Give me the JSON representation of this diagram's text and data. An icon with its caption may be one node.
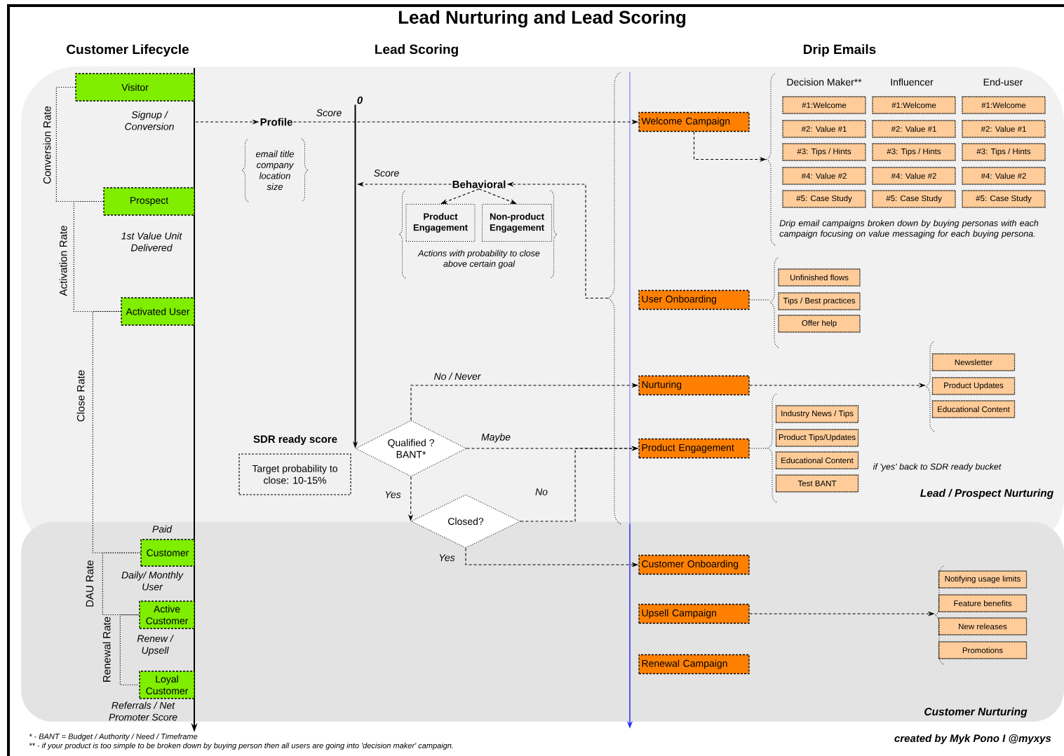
{
  "diagram": {
    "title": "Lead Nurturing and Lead Scoring",
    "nodes": [
      {
        "text": [
          "Visitor"
        ]
      },
      {
        "text": [
          "Prospect"
        ]
      },
      {
        "text": [
          "Activated User"
        ]
      },
      {
        "text": [
          "Customer"
        ],
        "beside": [
          "Paid"
        ]
      },
      {
        "text": [
          "Active Customer"
        ]
      },
      {
        "text": [
          "Loyal Customer"
        ]
      },
      {
        "text": [
          "Profile"
        ],
        "beside": [
          "email title company location size"
        ]
      },
      {
        "text": [
          "0"
        ]
      },
      {
        "text": [
          "Behavioral"
        ]
      },
      {
        "text": [
          "Product Engagement"
        ]
      },
      {
        "text": [
          "Non-product Engagement"
        ]
      },
      {
        "text": [
          "SDR ready score",
          "Target probability to close: 10-15%"
        ]
      },
      {
        "text": [
          "Qualified ? BANT*"
        ]
      },
      {
        "text": [
          "Closed?"
        ]
      },
      {
        "text": [
          "Welcome Campaign"
        ]
      },
      {
        "text": [
          "User Onboarding"
        ]
      },
      {
        "text": [
          "Nurturing"
        ]
      },
      {
        "text": [
          "Product Engagement"
        ]
      },
      {
        "text": [
          "Customer Onboarding"
        ]
      },
      {
        "text": [
          "Upsell Campaign"
        ]
      },
      {
        "text": [
          "Renewal Campaign"
        ]
      },
      {
        "text": [
          "#1:Welcome"
        ]
      },
      {
        "text": [
          "#1:Welcome"
        ]
      },
      {
        "text": [
          "#1:Welcome"
        ]
      },
      {
        "text": [
          "#2: Value #1"
        ]
      },
      {
        "text": [
          "#2: Value #1"
        ]
      },
      {
        "text": [
          "#2: Value #1"
        ]
      },
      {
        "text": [
          "#3: Tips / Hints"
        ]
      },
      {
        "text": [
          "#3: Tips / Hints"
        ]
      },
      {
        "text": [
          "#3: Tips / Hints"
        ]
      },
      {
        "text": [
          "#4: Value #2"
        ]
      },
      {
        "text": [
          "#4: Value #2"
        ]
      },
      {
        "text": [
          "#4: Value #2"
        ]
      },
      {
        "text": [
          "#5: Case Study"
        ]
      },
      {
        "text": [
          "#5: Case Study"
        ]
      },
      {
        "text": [
          "#5: Case Study"
        ]
      },
      {
        "text": [
          "Unfinished flows"
        ]
      },
      {
        "text": [
          "Tips / Best practices"
        ]
      },
      {
        "text": [
          "Offer help"
        ]
      },
      {
        "text": [
          "Newsletter"
        ]
      },
      {
        "text": [
          "Product Updates"
        ]
      },
      {
        "text": [
          "Educational Content"
        ]
      },
      {
        "text": [
          "Industry News / Tips"
        ]
      },
      {
        "text": [
          "Product Tips/Updates"
        ]
      },
      {
        "text": [
          "Educational Content"
        ]
      },
      {
        "text": [
          "Test BANT"
        ]
      },
      {
        "text": [
          "Notifying usage limits"
        ]
      },
      {
        "text": [
          "Feature benefits"
        ]
      },
      {
        "text": [
          "New releases"
        ]
      },
      {
        "text": [
          "Promotions"
        ]
      },
      {
        "text": [],
        "shape": "brace"
      },
      {
        "text": [],
        "shape": "brace"
      },
      {
        "text": [],
        "shape": "brace"
      },
      {
        "text": [],
        "shape": "brace"
      },
      {
        "text": [],
        "shape": "brace"
      },
      {
        "text": [],
        "shape": "brace"
      }
    ],
    "edges": [
      {
        "from": 0,
        "to": 1,
        "arrow": "none",
        "label": "Conversion Rate",
        "style": "dashed"
      },
      {
        "from": 1,
        "to": 2,
        "arrow": "none",
        "label": "Activation Rate",
        "style": "dashed"
      },
      {
        "from": 2,
        "to": 3,
        "arrow": "none",
        "label": "Close Rate",
        "style": "dashed"
      },
      {
        "from": 3,
        "to": 4,
        "arrow": "none",
        "label": "DAU Rate",
        "style": "dashed"
      },
      {
        "from": 4,
        "to": 5,
        "arrow": "none",
        "label": "Renewal Rate",
        "style": "dashed"
      },
      {
        "from": null,
        "to": 6,
        "arrow": "to",
        "style": "dashed"
      },
      {
        "from": 6,
        "to": 14,
        "arrow": "to",
        "label": "Score",
        "style": "dashed"
      },
      {
        "from": 7,
        "to": 12,
        "arrow": "to"
      },
      {
        "from": 8,
        "to": null,
        "arrow": "to",
        "label": "Score",
        "style": "dashed"
      },
      {
        "from": 8,
        "to": 9,
        "arrow": "to",
        "style": "dashed"
      },
      {
        "from": 8,
        "to": 10,
        "arrow": "to",
        "style": "dashed"
      },
      {
        "from": 50,
        "to": 8,
        "arrow": "to",
        "style": "dashed"
      },
      {
        "from": 12,
        "to": 16,
        "arrow": "to",
        "label": "No / Never",
        "style": "dashed"
      },
      {
        "from": 12,
        "to": 17,
        "arrow": "to",
        "label": "Maybe",
        "style": "dashed"
      },
      {
        "from": 12,
        "to": 13,
        "arrow": "to",
        "label": "Yes",
        "style": "dashed"
      },
      {
        "from": 13,
        "to": 17,
        "arrow": "to",
        "label": "No",
        "style": "dashed"
      },
      {
        "from": 13,
        "to": 18,
        "arrow": "to",
        "label": "Yes",
        "style": "dashed"
      },
      {
        "from": 14,
        "to": 51,
        "arrow": "to",
        "style": "dashed"
      },
      {
        "from": 15,
        "to": 52,
        "arrow": "none",
        "style": "dashed"
      },
      {
        "from": 16,
        "to": 53,
        "arrow": "to",
        "style": "dashed"
      },
      {
        "from": 17,
        "to": 54,
        "arrow": "none",
        "style": "dashed"
      },
      {
        "from": 19,
        "to": 55,
        "arrow": "to",
        "style": "dashed"
      }
    ],
    "labels": [
      "Customer Lifecycle",
      "Lead Scoring",
      "Drip Emails",
      "Decision Maker**",
      "Influencer",
      "End-user",
      "Signup / Conversion",
      "Drip email campaigns broken down by buying personas with each campaign focusing on value messaging for each buying persona.",
      "1st Value Unit Delivered",
      "Actions with probability to close above certain goal",
      "if 'yes' back to SDR ready bucket",
      "Lead / Prospect Nurturing",
      "Daily/ Monthly User",
      "Renew / Upsell",
      "Referrals / Net Promoter Score",
      "Customer Nurturing",
      "* - BANT = Budget / Authority / Need / Timeframe",
      "** - if your product is too simple to be broken down by buying person then all users are going into 'decision maker' campaign.",
      "created by Myk Pono I @myxys"
    ]
  }
}
